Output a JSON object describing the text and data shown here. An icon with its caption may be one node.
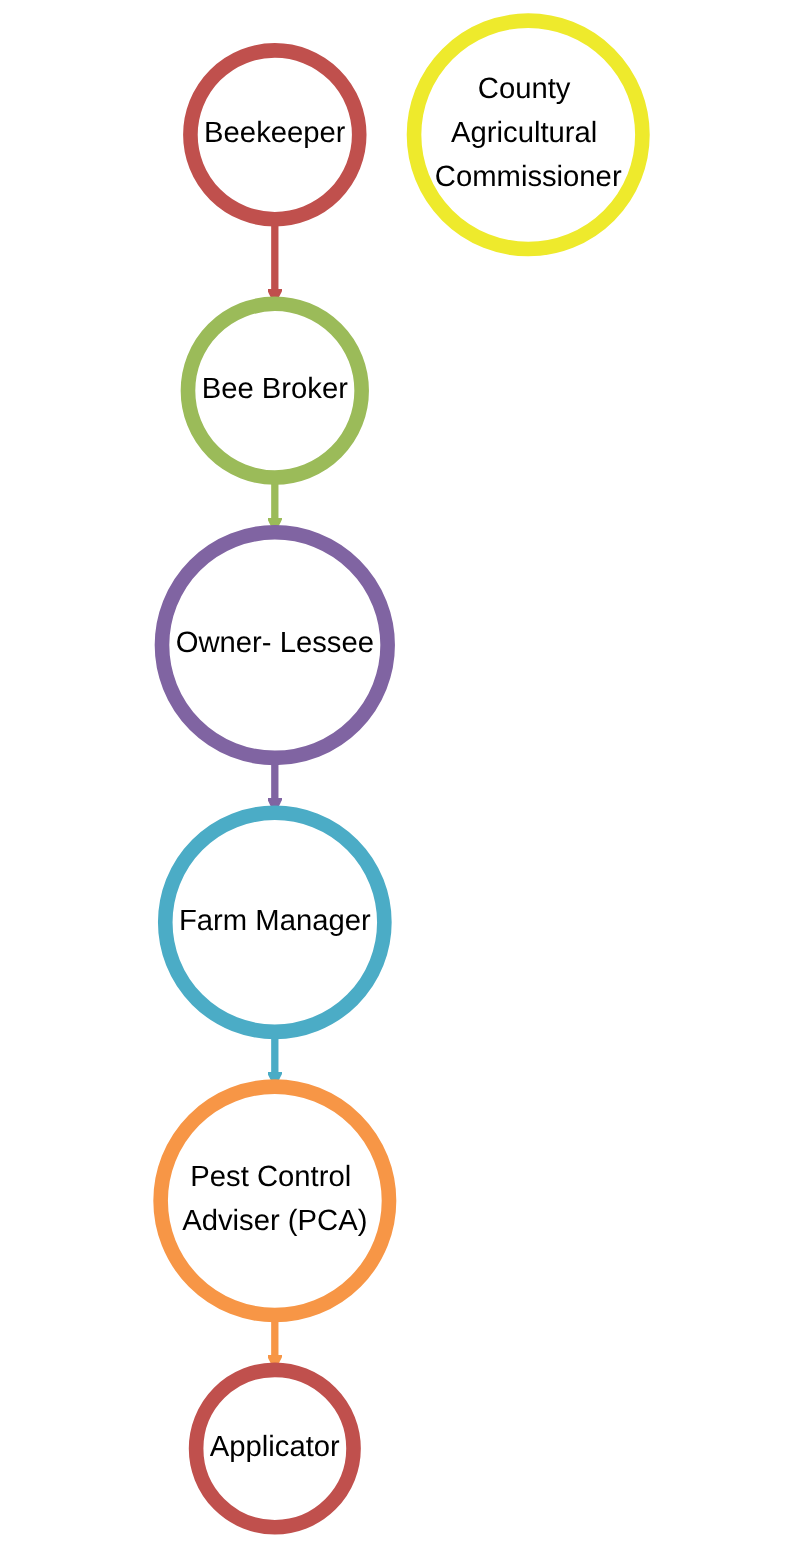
{
  "diagram": {
    "nodes": [
      {
        "text": [
          "Beekeeper"
        ]
      },
      {
        "text": [
          "Bee Broker"
        ]
      },
      {
        "text": [
          "Owner- Lessee"
        ]
      },
      {
        "text": [
          "Farm Manager"
        ]
      },
      {
        "text": [
          "Pest Control Adviser (PCA)"
        ]
      },
      {
        "text": [
          "Applicator"
        ]
      },
      {
        "text": [
          "County Agricultural Commissioner"
        ]
      }
    ],
    "edges": [
      {
        "from": 0,
        "to": 1,
        "arrow": "to",
        "color": "#c0504d"
      },
      {
        "from": 1,
        "to": 2,
        "arrow": "to",
        "color": "#9bbb59"
      },
      {
        "from": 2,
        "to": 3,
        "arrow": "to",
        "color": "#8064a2"
      },
      {
        "from": 3,
        "to": 4,
        "arrow": "to",
        "color": "#4bacc6"
      },
      {
        "from": 4,
        "to": 5,
        "arrow": "to",
        "color": "#f79646"
      }
    ]
  }
}
